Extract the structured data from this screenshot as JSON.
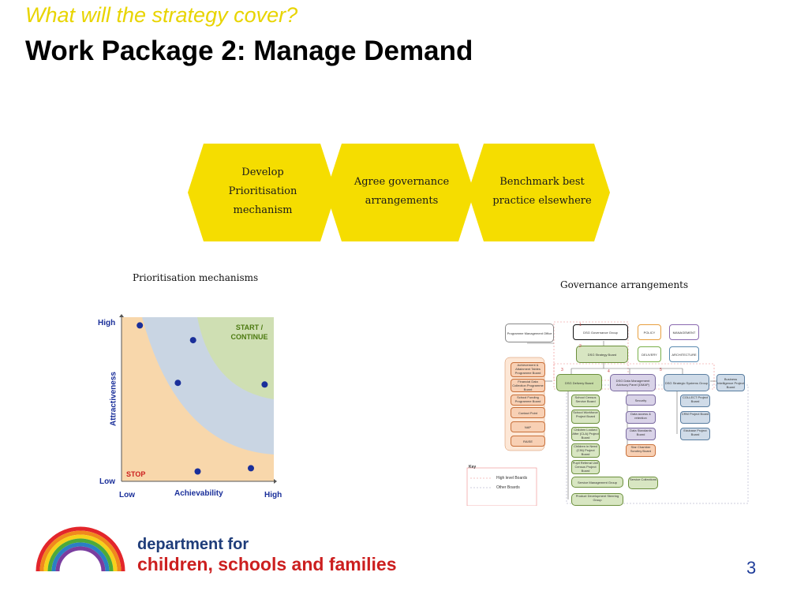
{
  "header": {
    "subtitle": "What will the strategy cover?",
    "title": "Work Package 2:  Manage Demand"
  },
  "process_steps": [
    {
      "line1": "Develop",
      "line2": "Prioritisation",
      "line3": "mechanism"
    },
    {
      "line1": "Agree governance",
      "line2": "arrangements",
      "line3": ""
    },
    {
      "line1": "Benchmark best",
      "line2": "practice elsewhere",
      "line3": ""
    }
  ],
  "prioritisation": {
    "caption": "Prioritisation mechanisms",
    "y_axis": "Attractiveness",
    "x_axis": "Achievability",
    "y_high": "High",
    "y_low": "Low",
    "x_low": "Low",
    "x_high": "High",
    "zone_top_1": "START /",
    "zone_top_2": "CONTINUE",
    "zone_bottom": "STOP",
    "colors": {
      "stop": "#f8d7ab",
      "middle": "#c9d5e3",
      "start": "#cfdfb3",
      "dot": "#1a2f9a"
    }
  },
  "governance": {
    "caption": "Governance arrangements",
    "boxes": {
      "pmo": "Programme Management Office",
      "dsg_group": "DSG Governance Group",
      "policy": "POLICY",
      "management": "MANAGEMENT",
      "strategy_board": "DSG Strategy Board",
      "delivery": "DELIVERY",
      "architecture": "ARCHITECTURE",
      "delivery_board": "DSG Delivery Board",
      "data_mgmt": "DSG Data Management Advisory Panel (DMAP)",
      "systems_group": "DSG Strategic Systems Group",
      "bi_board": "Business Intelligence Project Board",
      "achievement": "Achievement & Attainment Tables Programme Board",
      "financial": "Financial Data Collection Programme Board",
      "school_funding": "School Funding Programme Board",
      "contact_point": "Contact Point",
      "nap": "NAP",
      "raise": "RAISE",
      "school_census": "School Census Service Board",
      "school_workforce": "School Workforce Project Board",
      "cla": "Children Looked After (CLA) Project Board",
      "cin": "Children in Need (CIN) Project Board",
      "pupil_ref": "Pupil Referral Unit Census Project Board",
      "security": "Security",
      "data_access": "Data access & retention",
      "data_standards": "Data Standards Board",
      "star_chamber": "Star Chamber Scrutiny Board",
      "collect": "COLLECT Project Board",
      "crm": "CRM Project Board",
      "edubase": "Edubase Project Board",
      "service_mgmt": "Service Management Group",
      "service_collections": "Service Collections",
      "product_dev": "Product Development Steering Group",
      "key_title": "Key",
      "key_high": "High level Boards",
      "key_other": "Other Boards",
      "n1": "1",
      "n2": "2",
      "n3": "3",
      "n4": "4",
      "n5": "5"
    }
  },
  "footer": {
    "logo_line1": "department for",
    "logo_line2": "children, schools and families",
    "page_number": "3"
  },
  "chart_data": {
    "type": "scatter",
    "title": "Prioritisation mechanisms",
    "xlabel": "Achievability",
    "ylabel": "Attractiveness",
    "x_ticks": [
      "Low",
      "High"
    ],
    "y_ticks": [
      "Low",
      "High"
    ],
    "xlim": [
      0,
      1
    ],
    "ylim": [
      0,
      1
    ],
    "zones": [
      "STOP",
      "START / CONTINUE"
    ],
    "series": [
      {
        "x": [
          0.12,
          0.47,
          0.37,
          0.94,
          0.5,
          0.85
        ],
        "y": [
          0.95,
          0.86,
          0.6,
          0.59,
          0.06,
          0.08
        ]
      }
    ]
  }
}
